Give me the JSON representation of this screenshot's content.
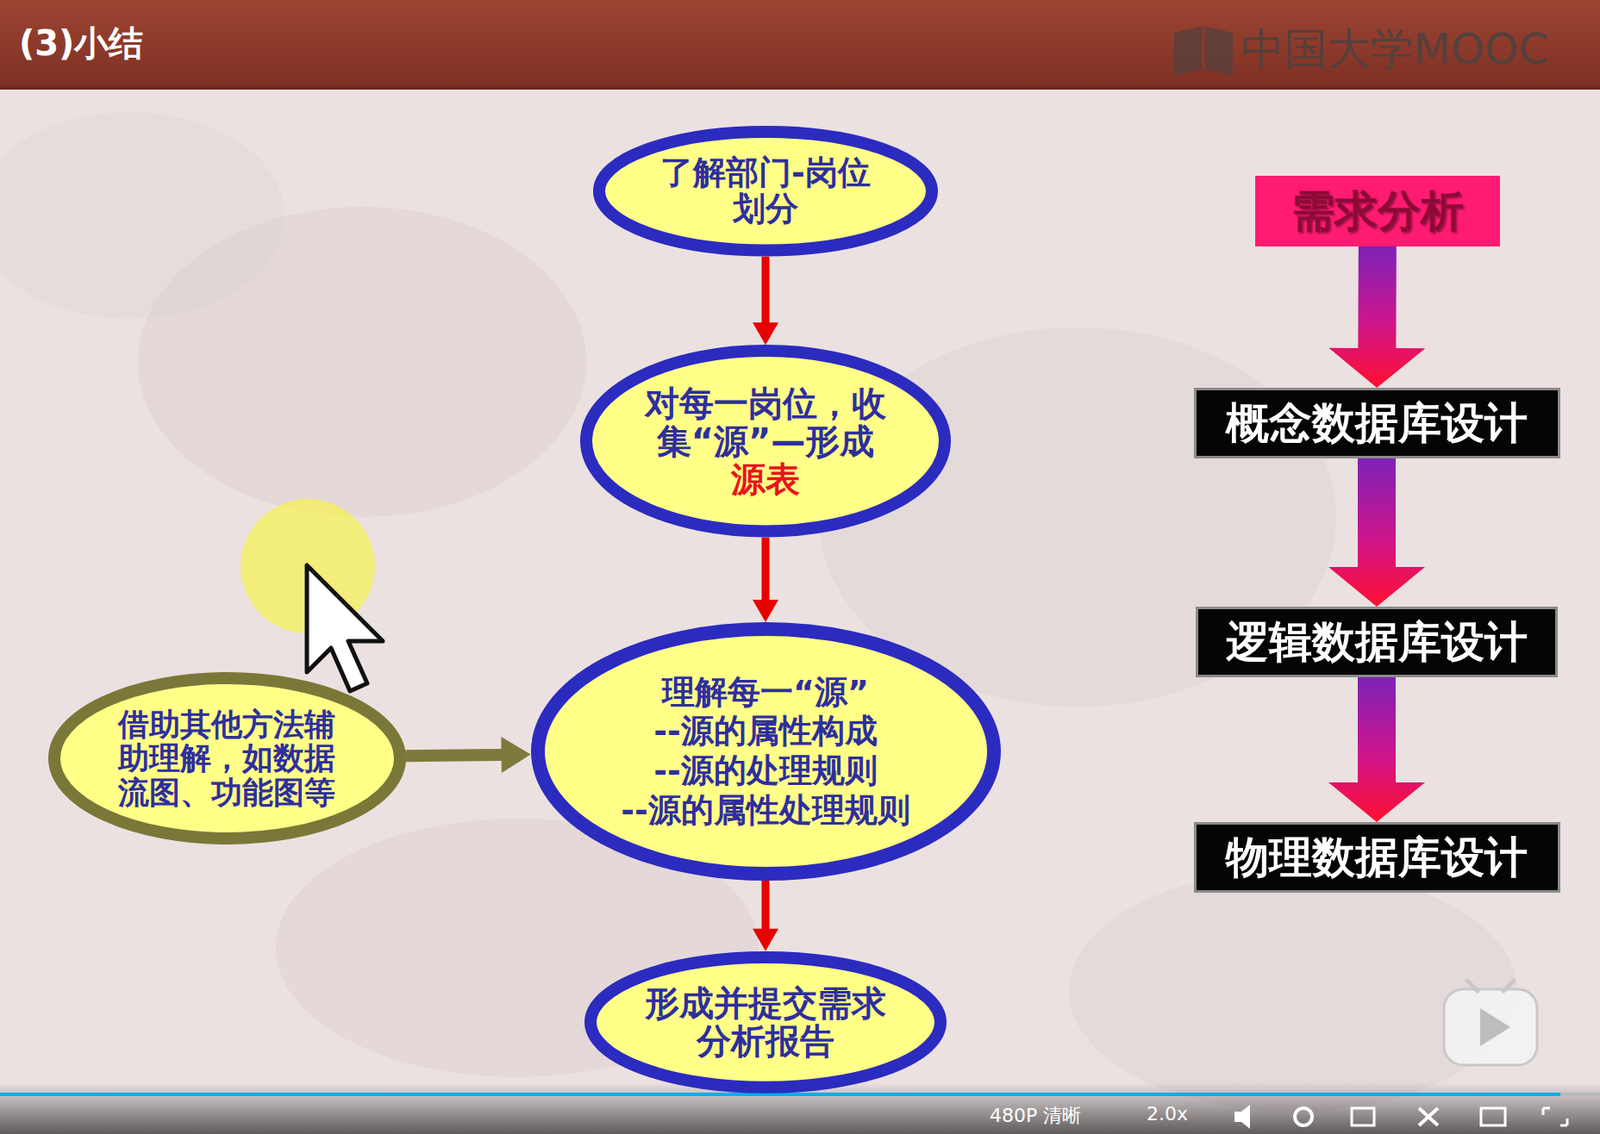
{
  "diagram": {
    "title": "(3)小结",
    "nodes": [
      {
        "text": [
          "了解部门-岗位划分"
        ]
      },
      {
        "text": [
          "对每一岗位，收集“源”—形成",
          "源表"
        ]
      },
      {
        "text": [
          "理解每一“源”",
          "--源的属性构成",
          "--源的处理规则",
          "--源的属性处理规则"
        ]
      },
      {
        "text": [
          "借助其他方法辅助理解，如数据流图、功能图等"
        ]
      },
      {
        "text": [
          "形成并提交需求分析报告"
        ]
      },
      {
        "text": [
          "需求分析"
        ]
      },
      {
        "text": [
          "概念数据库设计"
        ]
      },
      {
        "text": [
          "逻辑数据库设计"
        ]
      },
      {
        "text": [
          "物理数据库设计"
        ]
      }
    ],
    "edges": [
      {
        "from": 0,
        "to": 1,
        "arrow": "to"
      },
      {
        "from": 1,
        "to": 2,
        "arrow": "to"
      },
      {
        "from": 2,
        "to": 4,
        "arrow": "to"
      },
      {
        "from": 3,
        "to": 2,
        "arrow": "to"
      },
      {
        "from": 5,
        "to": 6,
        "arrow": "to"
      },
      {
        "from": 6,
        "to": 7,
        "arrow": "to"
      },
      {
        "from": 7,
        "to": 8,
        "arrow": "to"
      }
    ],
    "labels": [
      "中国大学MOOC",
      "480P 清晰",
      "2.0x"
    ]
  }
}
